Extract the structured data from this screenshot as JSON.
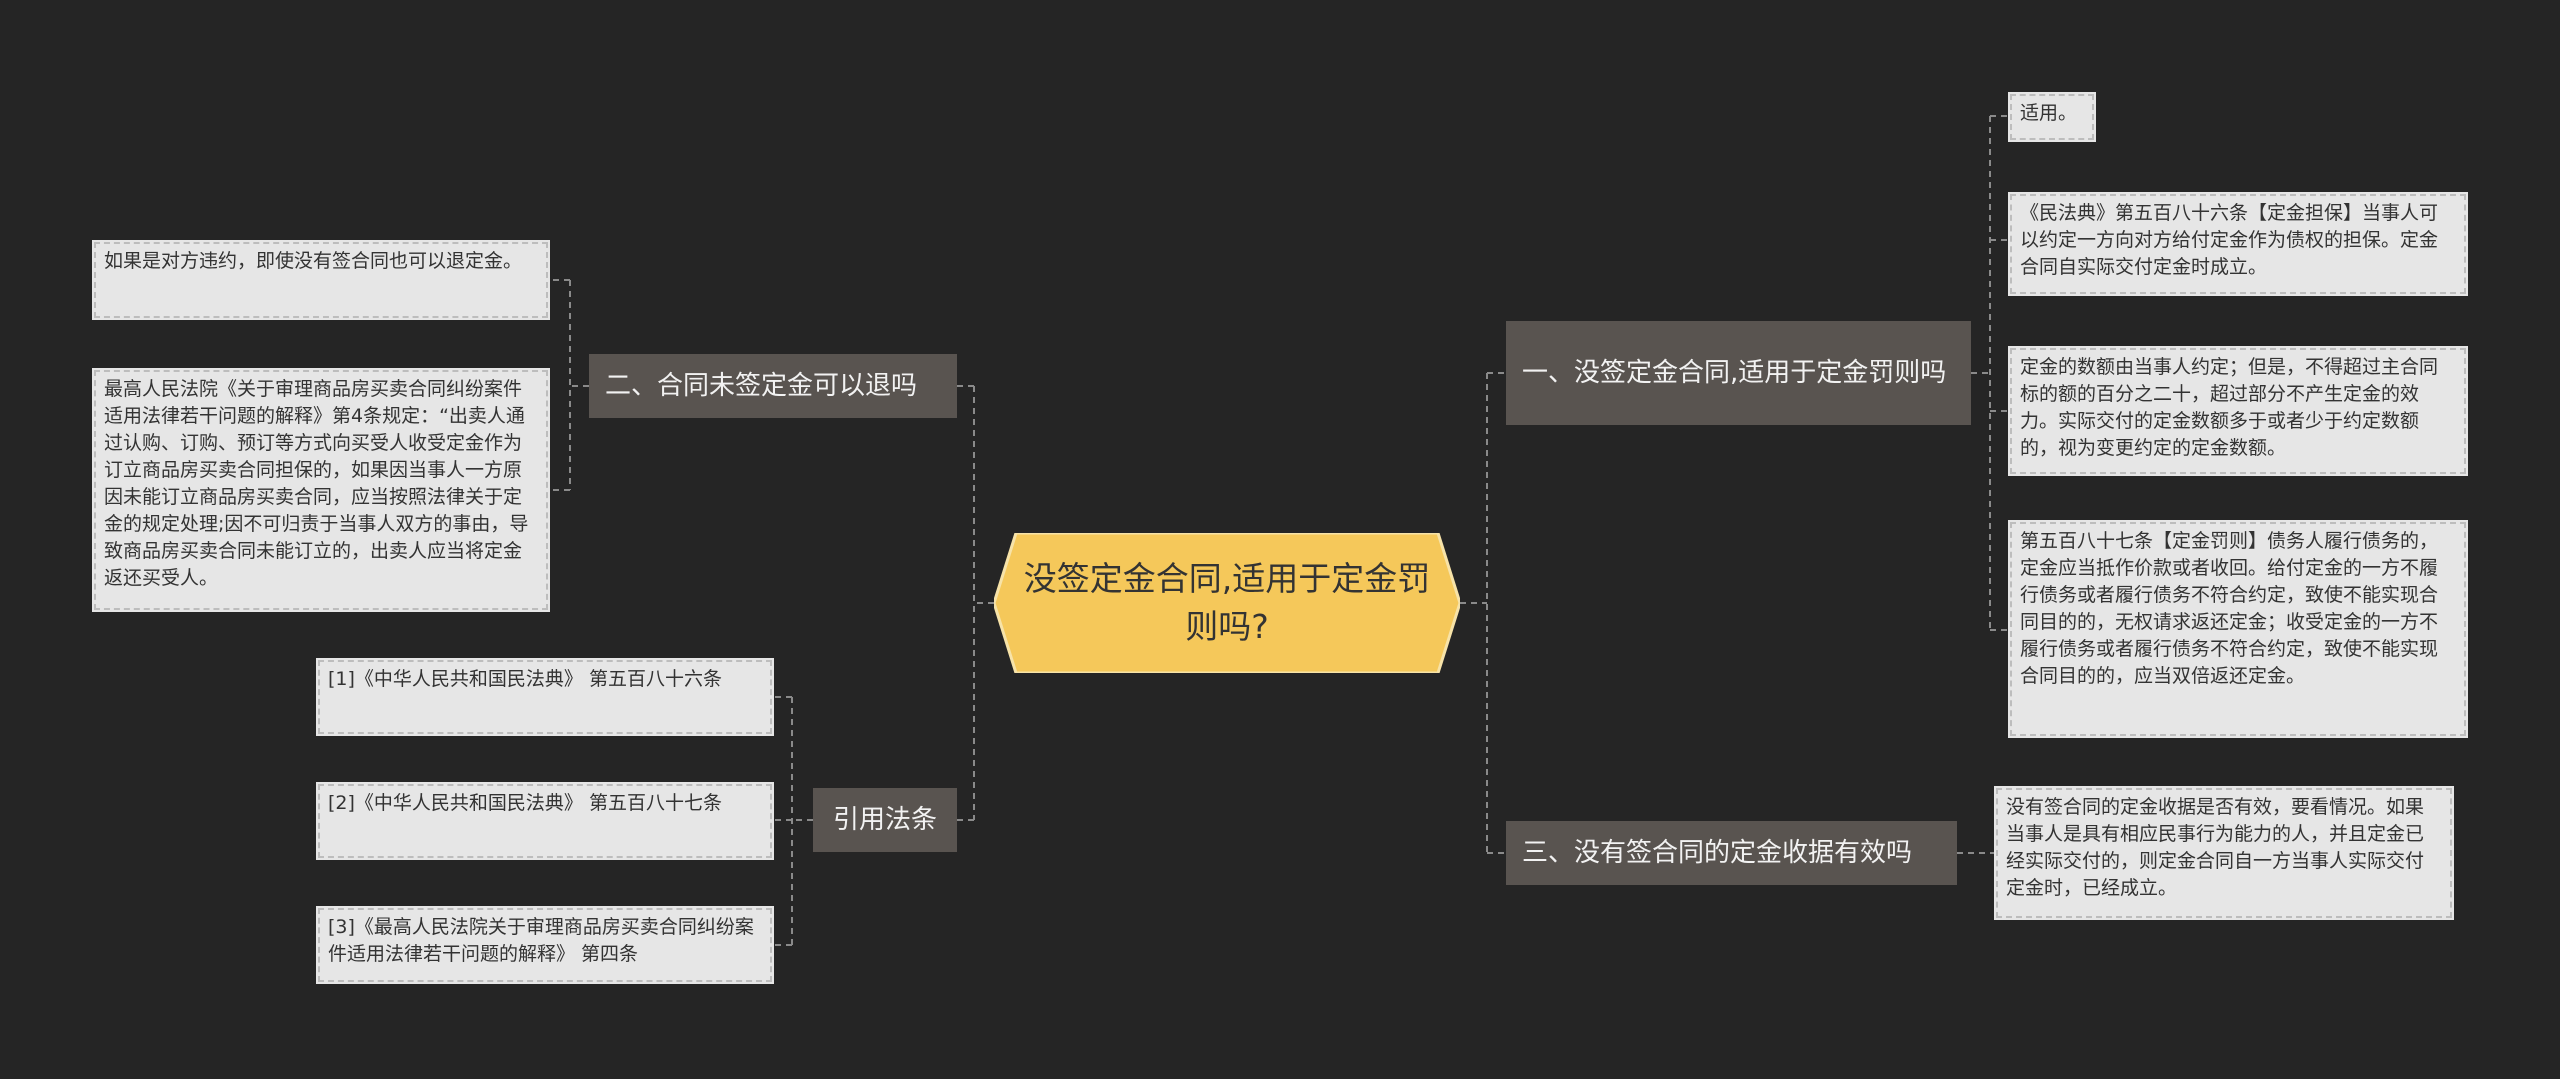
{
  "center": {
    "title": "没签定金合同,适用于定金罚则吗?"
  },
  "branches": {
    "b1": {
      "label": "一、没签定金合同,适用于定金罚则吗",
      "leaves": [
        "适用。",
        "《民法典》第五百八十六条【定金担保】当事人可以约定一方向对方给付定金作为债权的担保。定金合同自实际交付定金时成立。",
        "定金的数额由当事人约定；但是，不得超过主合同标的额的百分之二十，超过部分不产生定金的效力。实际交付的定金数额多于或者少于约定数额的，视为变更约定的定金数额。",
        "第五百八十七条【定金罚则】债务人履行债务的，定金应当抵作价款或者收回。给付定金的一方不履行债务或者履行债务不符合约定，致使不能实现合同目的的，无权请求返还定金；收受定金的一方不履行债务或者履行债务不符合约定，致使不能实现合同目的的，应当双倍返还定金。"
      ]
    },
    "b2": {
      "label": "二、合同未签定金可以退吗",
      "leaves": [
        "如果是对方违约，即使没有签合同也可以退定金。",
        "最高人民法院《关于审理商品房买卖合同纠纷案件适用法律若干问题的解释》第4条规定：“出卖人通过认购、订购、预订等方式向买受人收受定金作为订立商品房买卖合同担保的，如果因当事人一方原因未能订立商品房买卖合同，应当按照法律关于定金的规定处理;因不可归责于当事人双方的事由，导致商品房买卖合同未能订立的，出卖人应当将定金返还买受人。"
      ]
    },
    "b3": {
      "label": "三、没有签合同的定金收据有效吗",
      "leaves": [
        "没有签合同的定金收据是否有效，要看情况。如果当事人是具有相应民事行为能力的人，并且定金已经实际交付的，则定金合同自一方当事人实际交付定金时，已经成立。"
      ]
    },
    "b4": {
      "label": "引用法条",
      "leaves": [
        "[1]《中华人民共和国民法典》 第五百八十六条",
        "[2]《中华人民共和国民法典》 第五百八十七条",
        "[3]《最高人民法院关于审理商品房买卖合同纠纷案件适用法律若干问题的解释》 第四条"
      ]
    }
  },
  "colors": {
    "background": "#252525",
    "center_fill": "#f5c85a",
    "branch_fill": "#595450",
    "leaf_fill": "#e6e6e6",
    "link": "#8a8a8a"
  }
}
